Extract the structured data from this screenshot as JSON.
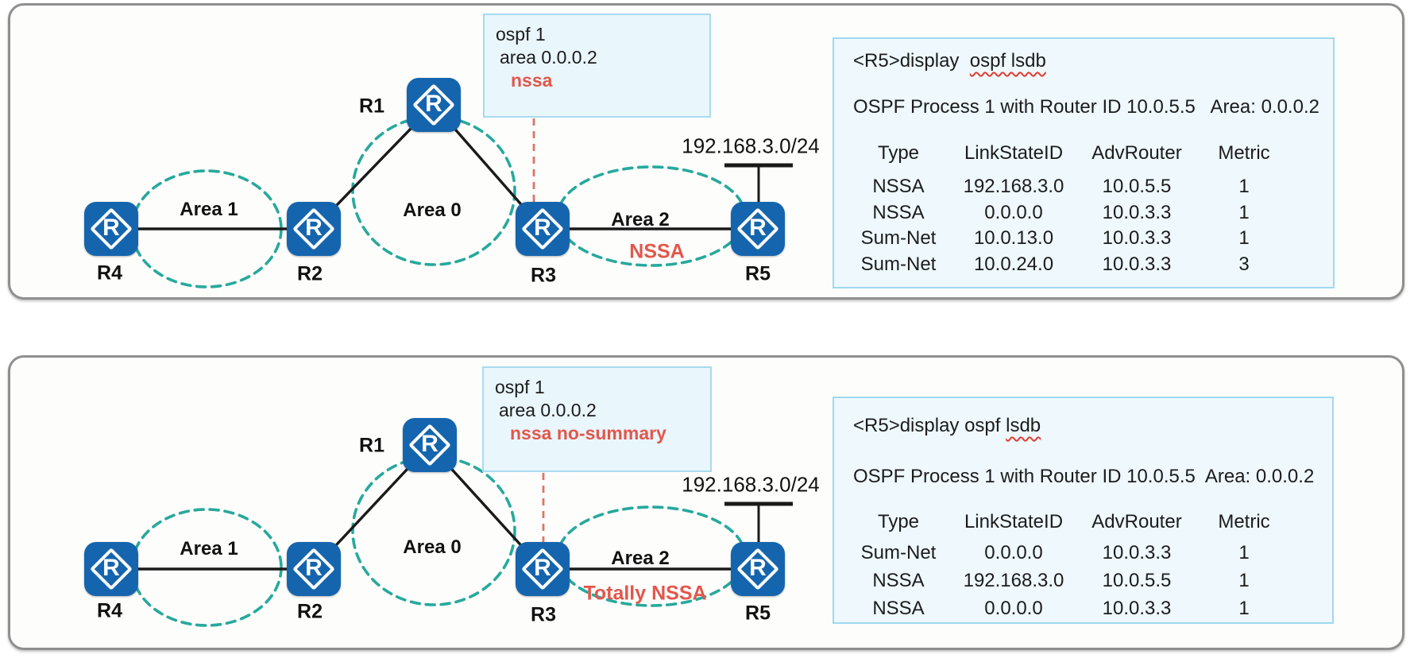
{
  "colors": {
    "router_blue": "#1565ae",
    "teal": "#27a99c",
    "line_black": "#1a1a1a",
    "red_text": "#e2574b",
    "red_dash": "#dd7468",
    "squiggle_red": "#e03c31",
    "panel_border": "#8f8f8f",
    "panel_bg": "#fdfdfc",
    "config_bg": "#e9f6fc",
    "config_border": "#a8daee",
    "terminal_bg": "#eef8fd",
    "terminal_border": "#9fd9f0",
    "text_dark": "#1c1c1c"
  },
  "router_glyph": "R",
  "panels": [
    {
      "config": {
        "line1": "ospf 1",
        "line2": "area 0.0.0.2",
        "line3": "nssa"
      },
      "router_labels": {
        "r1": "R1",
        "r2": "R2",
        "r3": "R3",
        "r4": "R4",
        "r5": "R5"
      },
      "area_labels": {
        "area1": "Area 1",
        "area0": "Area 0",
        "area2": "Area 2"
      },
      "area2_tag": "NSSA",
      "network_label": "192.168.3.0/24",
      "terminal": {
        "cmd_plain": "<R5>display  ",
        "cmd_wavy": "ospf lsdb",
        "process_line": "OSPF Process 1 with Router ID 10.0.5.5   Area: 0.0.0.2",
        "headers": [
          "Type",
          "LinkStateID",
          "AdvRouter",
          "Metric"
        ],
        "rows": [
          [
            "NSSA",
            "192.168.3.0",
            "10.0.5.5",
            "1"
          ],
          [
            "NSSA",
            "0.0.0.0",
            "10.0.3.3",
            "1"
          ],
          [
            "Sum-Net",
            "10.0.13.0",
            "10.0.3.3",
            "1"
          ],
          [
            "Sum-Net",
            "10.0.24.0",
            "10.0.3.3",
            "3"
          ]
        ]
      }
    },
    {
      "config": {
        "line1": "ospf 1",
        "line2": "area 0.0.0.2",
        "line3": "nssa no-summary"
      },
      "router_labels": {
        "r1": "R1",
        "r2": "R2",
        "r3": "R3",
        "r4": "R4",
        "r5": "R5"
      },
      "area_labels": {
        "area1": "Area 1",
        "area0": "Area 0",
        "area2": "Area 2"
      },
      "area2_tag": "Totally NSSA",
      "network_label": "192.168.3.0/24",
      "terminal": {
        "cmd_plain": "<R5>display ospf ",
        "cmd_wavy": "lsdb",
        "process_line": "OSPF Process 1 with Router ID 10.0.5.5  Area: 0.0.0.2",
        "headers": [
          "Type",
          "LinkStateID",
          "AdvRouter",
          "Metric"
        ],
        "rows": [
          [
            "Sum-Net",
            "0.0.0.0",
            "10.0.3.3",
            "1"
          ],
          [
            "NSSA",
            "192.168.3.0",
            "10.0.5.5",
            "1"
          ],
          [
            "NSSA",
            "0.0.0.0",
            "10.0.3.3",
            "1"
          ]
        ]
      }
    }
  ]
}
